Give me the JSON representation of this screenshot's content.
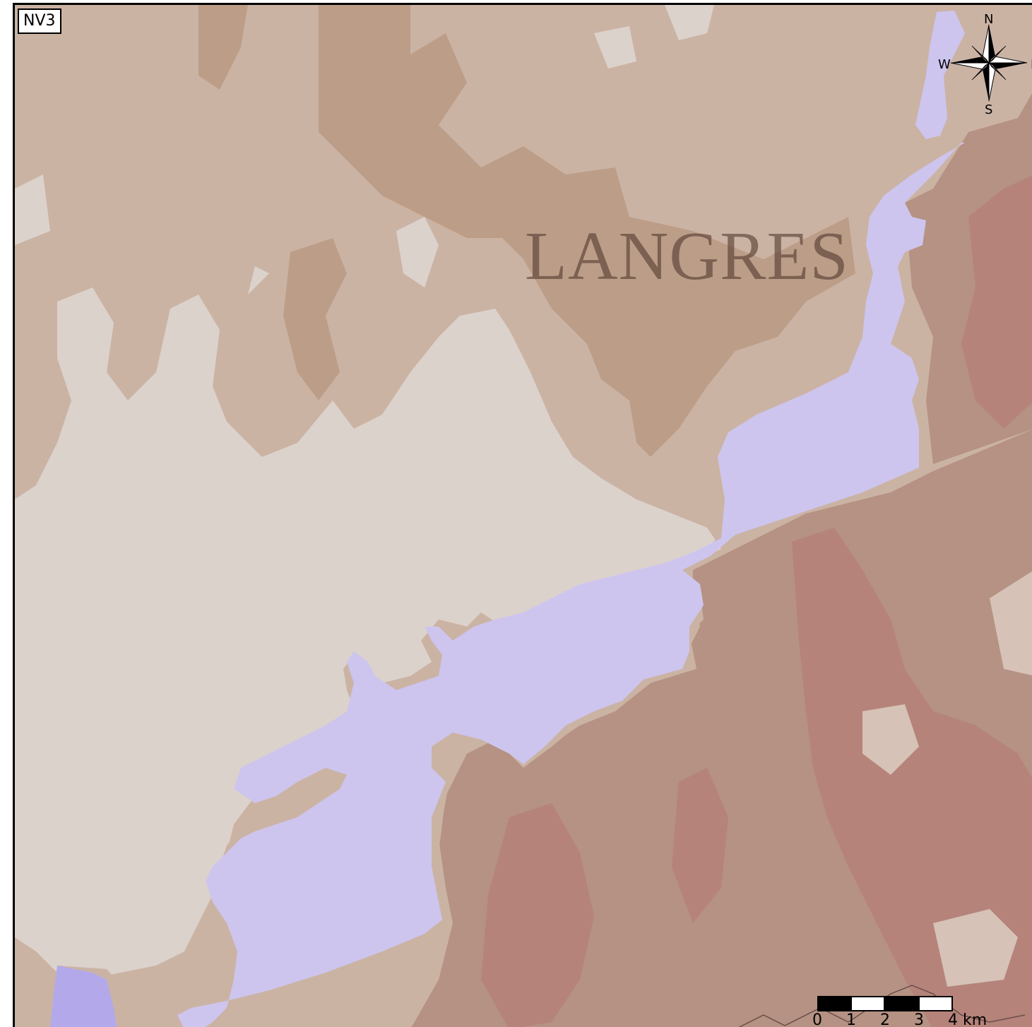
{
  "map": {
    "panel_label": "NV3",
    "place_name": "LANGRES",
    "compass": {
      "north": "N",
      "south": "S",
      "east": "E",
      "west": "W"
    },
    "scale_bar": {
      "ticks": [
        "0",
        "1",
        "2",
        "3",
        "4 km"
      ]
    },
    "colors": {
      "plateau_light": "#dcd2cc",
      "upland": "#cbb3a4",
      "slope": "#bc9e88",
      "valley": "#b59283",
      "valley_deep": "#b5837a",
      "lake": "#cdc5ee",
      "lake_dark": "#b3a9ea"
    }
  }
}
